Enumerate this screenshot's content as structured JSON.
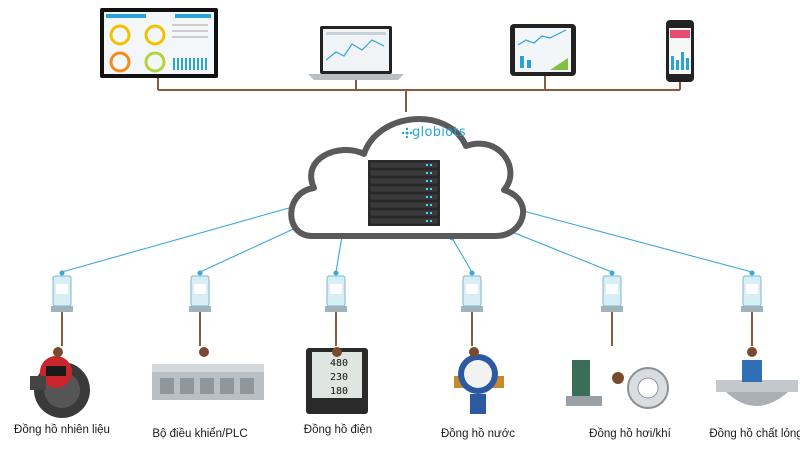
{
  "brand": {
    "name": "globiots",
    "color": "#2aa3d8"
  },
  "colors": {
    "trunk": "#8b5a3c",
    "wireless": "#3ca7dc",
    "cloud_outline": "#5a5a5a"
  },
  "clients": [
    {
      "id": "tv-dashboard",
      "icon": "tv-dashboard-icon"
    },
    {
      "id": "laptop",
      "icon": "laptop-icon"
    },
    {
      "id": "tablet",
      "icon": "tablet-icon"
    },
    {
      "id": "smartphone",
      "icon": "smartphone-icon"
    }
  ],
  "devices": [
    {
      "label": "Đồng hồ nhiên liệu",
      "icon": "fuel-meter-icon"
    },
    {
      "label": "Bộ điều khiển/PLC",
      "icon": "plc-controller-icon"
    },
    {
      "label": "Đồng hồ điện",
      "icon": "power-meter-icon"
    },
    {
      "label": "Đồng hồ nước",
      "icon": "water-meter-icon"
    },
    {
      "label": "Đồng hồ hơi/khí",
      "icon": "steam-gas-meter-icon"
    },
    {
      "label": "Đồng hồ chất lỏng",
      "icon": "liquid-flow-meter-icon"
    }
  ],
  "meter_readings": [
    "480",
    "230",
    "180"
  ]
}
